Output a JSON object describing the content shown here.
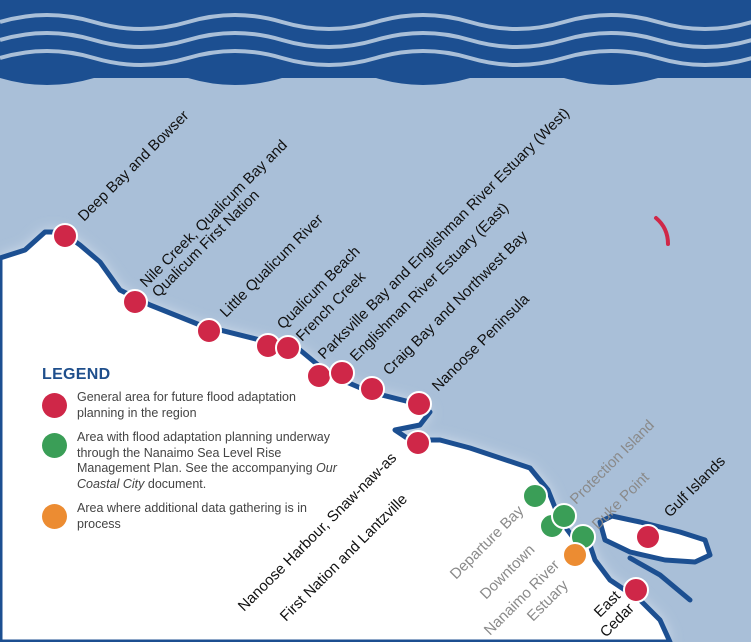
{
  "colors": {
    "sea": "#a9bfd8",
    "coast": "#1c4f91",
    "red": "#cf2748",
    "green": "#3a9e57",
    "orange": "#ec8c32",
    "legend_title": "#1f4f8c"
  },
  "legend": {
    "title": "LEGEND",
    "items": [
      {
        "color": "red",
        "text": "General area for future flood adaptation planning in the region"
      },
      {
        "color": "green",
        "text_before": "Area with flood adaptation planning underway through the Nanaimo Sea Level Rise Management Plan. See the accompanying ",
        "text_italic": "Our Coastal City",
        "text_after": " document."
      },
      {
        "color": "orange",
        "text": "Area where additional data gathering is in process"
      }
    ]
  },
  "labels": {
    "deep_bay": "Deep Bay and Bowser",
    "nile_creek_1": "Nile Creek, Qualicum Bay and",
    "nile_creek_2": "Qualicum First Nation",
    "little_qualicum": "Little Qualicum River",
    "qualicum_beach": "Qualicum Beach",
    "french_creek": "French Creek",
    "parksville": "Parksville Bay and Englishman River Estuary (West)",
    "englishman_east": "Englishman River Estuary (East)",
    "craig_bay": "Craig Bay and Northwest Bay",
    "nanoose_peninsula": "Nanoose Peninsula",
    "nanoose_harbour_1": "Nanoose Harbour, Snaw-naw-as",
    "nanoose_harbour_2": "First Nation and Lantzville",
    "departure_bay": "Departure Bay",
    "downtown": "Downtown",
    "nanaimo_river_1": "Nanaimo River",
    "nanaimo_river_2": "Estuary",
    "protection_island": "Protection Island",
    "duke_point": "Duke Point",
    "gulf_islands": "Gulf Islands",
    "east_cedar_1": "East",
    "east_cedar_2": "Cedar"
  }
}
